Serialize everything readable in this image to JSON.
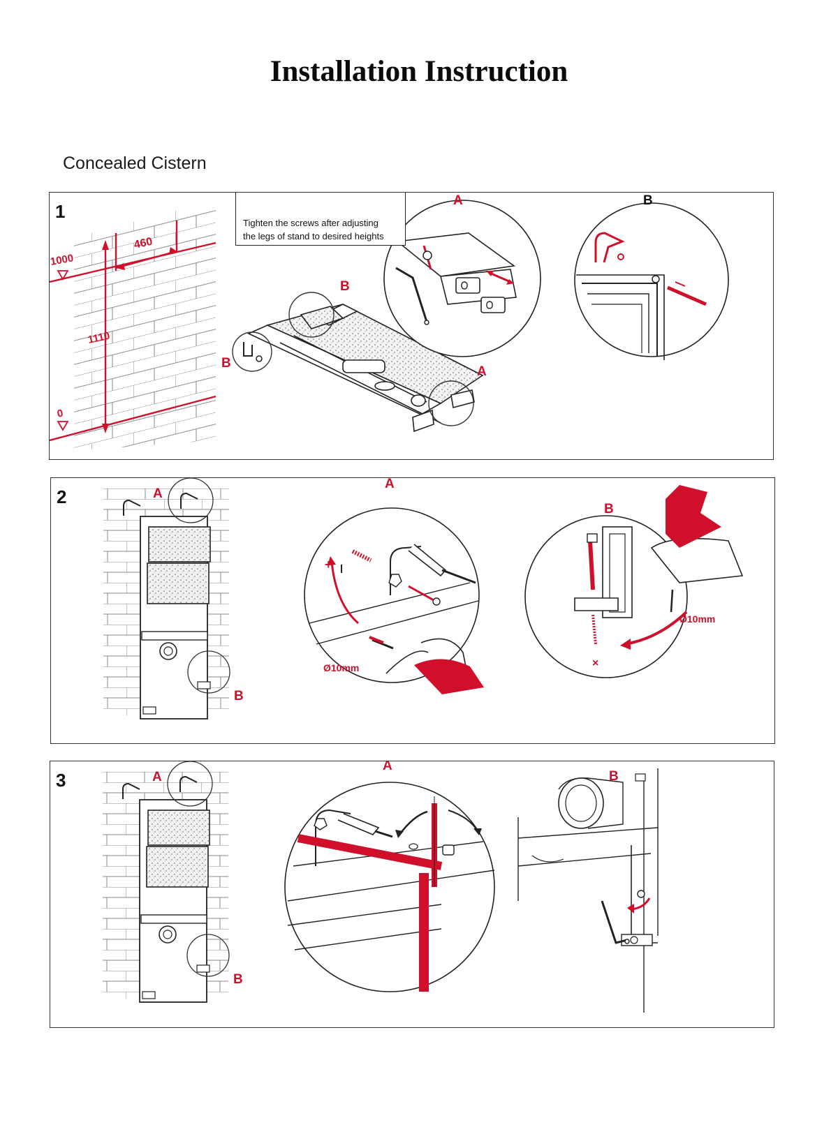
{
  "page": {
    "title": "Installation Instruction",
    "subtitle": "Concealed Cistern"
  },
  "step1": {
    "number": "1",
    "note_line1": "Tighten the screws after adjusting",
    "note_line2": "the legs of stand to desired heights",
    "dim_top": "1000",
    "dim_width": "460",
    "dim_height": "1110",
    "dim_zero": "0",
    "label_a": "A",
    "label_b": "B"
  },
  "step2": {
    "number": "2",
    "label_a": "A",
    "label_b": "B",
    "drill_a": "Ø10mm",
    "drill_b": "Ø10mm",
    "mark_plus": "+",
    "mark_x": "×"
  },
  "step3": {
    "number": "3",
    "label_a": "A",
    "label_b": "B"
  },
  "colors": {
    "accent_red": "#d0102a",
    "line": "#2a2a2a",
    "brick": "#8a8a8a"
  }
}
